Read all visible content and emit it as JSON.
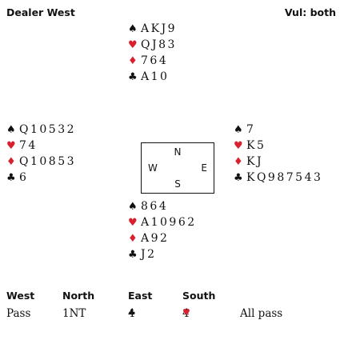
{
  "header": {
    "dealer": "Dealer West",
    "vulnerability": "Vul: both"
  },
  "colors": {
    "red": "#d8202f",
    "black": "#111111"
  },
  "compass": {
    "north": "N",
    "west": "W",
    "east": "E",
    "south": "S"
  },
  "hands": {
    "north": {
      "spades": {
        "symbol": "♠",
        "cards": "AKJ9"
      },
      "hearts": {
        "symbol": "♥",
        "cards": "QJ83"
      },
      "diamonds": {
        "symbol": "♦",
        "cards": "764"
      },
      "clubs": {
        "symbol": "♣",
        "cards": "A10"
      }
    },
    "west": {
      "spades": {
        "symbol": "♠",
        "cards": "Q10532"
      },
      "hearts": {
        "symbol": "♥",
        "cards": "74"
      },
      "diamonds": {
        "symbol": "♦",
        "cards": "Q10853"
      },
      "clubs": {
        "symbol": "♣",
        "cards": "6"
      }
    },
    "east": {
      "spades": {
        "symbol": "♠",
        "cards": "7"
      },
      "hearts": {
        "symbol": "♥",
        "cards": "K5"
      },
      "diamonds": {
        "symbol": "♦",
        "cards": "KJ"
      },
      "clubs": {
        "symbol": "♣",
        "cards": "KQ987543"
      }
    },
    "south": {
      "spades": {
        "symbol": "♠",
        "cards": "864"
      },
      "hearts": {
        "symbol": "♥",
        "cards": "A10962"
      },
      "diamonds": {
        "symbol": "♦",
        "cards": "A92"
      },
      "clubs": {
        "symbol": "♣",
        "cards": "J2"
      }
    }
  },
  "bidding": {
    "headers": [
      "West",
      "North",
      "East",
      "South"
    ],
    "bids": [
      {
        "text": "Pass",
        "symbol": ""
      },
      {
        "text": "1NT",
        "symbol": ""
      },
      {
        "text": "4",
        "symbol": "♣"
      },
      {
        "text": "4",
        "symbol": "♥"
      },
      {
        "text": "All pass",
        "symbol": ""
      }
    ]
  }
}
